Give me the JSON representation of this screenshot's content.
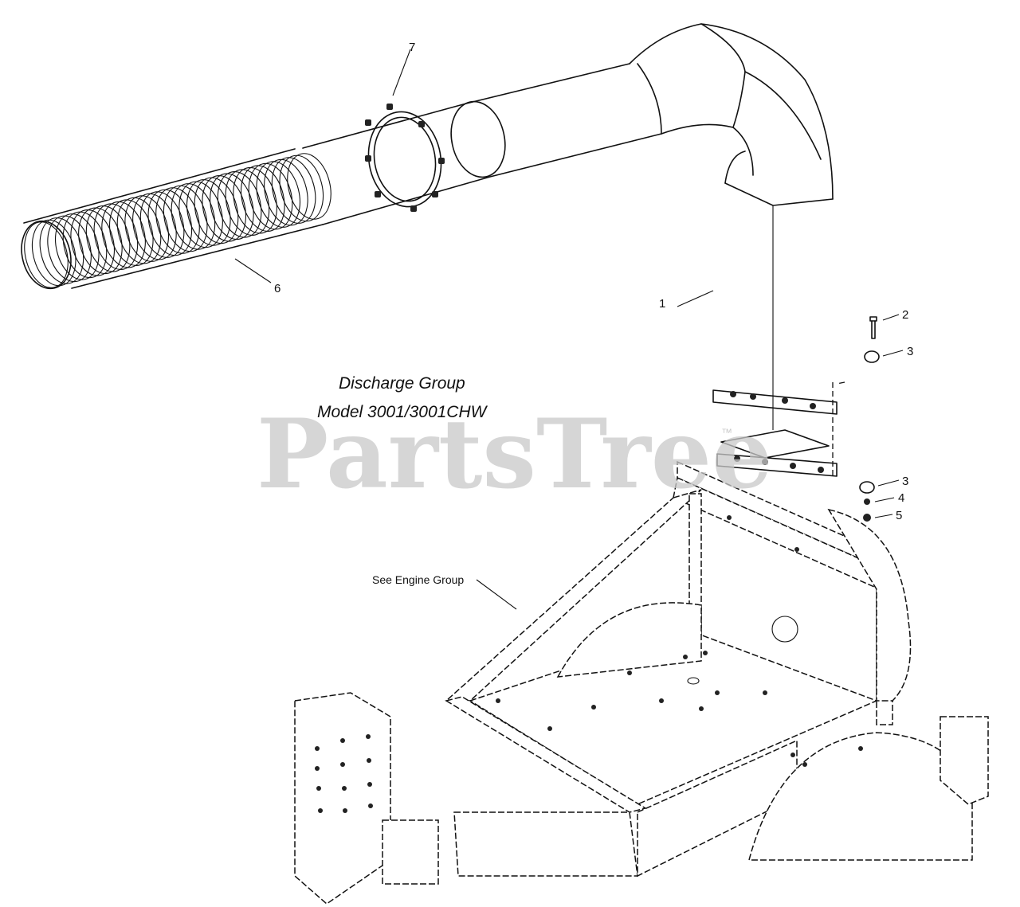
{
  "title": {
    "line1": "Discharge Group",
    "line2": "Model 3001/3001CHW"
  },
  "note": "See Engine Group",
  "watermark": {
    "text": "PartsTree",
    "trademark": "™"
  },
  "callouts": {
    "c1": "1",
    "c2": "2",
    "c3a": "3",
    "c3b": "3",
    "c4": "4",
    "c5": "5",
    "c6": "6",
    "c7": "7"
  }
}
